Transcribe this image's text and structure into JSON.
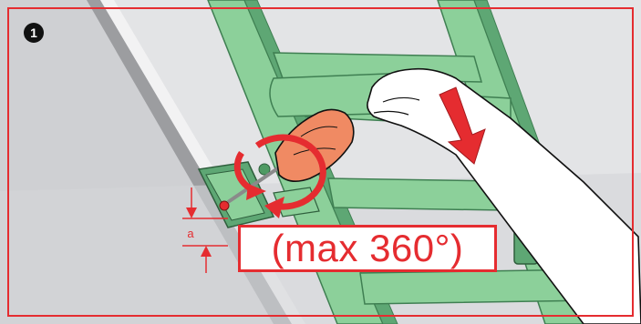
{
  "figure": {
    "step_number": "1",
    "rotation_label": "(max 360°)",
    "dimension_label": "a"
  },
  "colors": {
    "frame_red": "#e52c30",
    "ladder_green": "#8cd09a",
    "ladder_dark": "#4f9a63",
    "wall_gray": "#d9dadc",
    "screwdriver_handle": "#f08a63"
  },
  "icons": [
    "hand-icon",
    "screwdriver-icon",
    "rotation-arrow-icon",
    "push-arrow-icon",
    "bracket-icon",
    "dimension-arrow-icon"
  ]
}
